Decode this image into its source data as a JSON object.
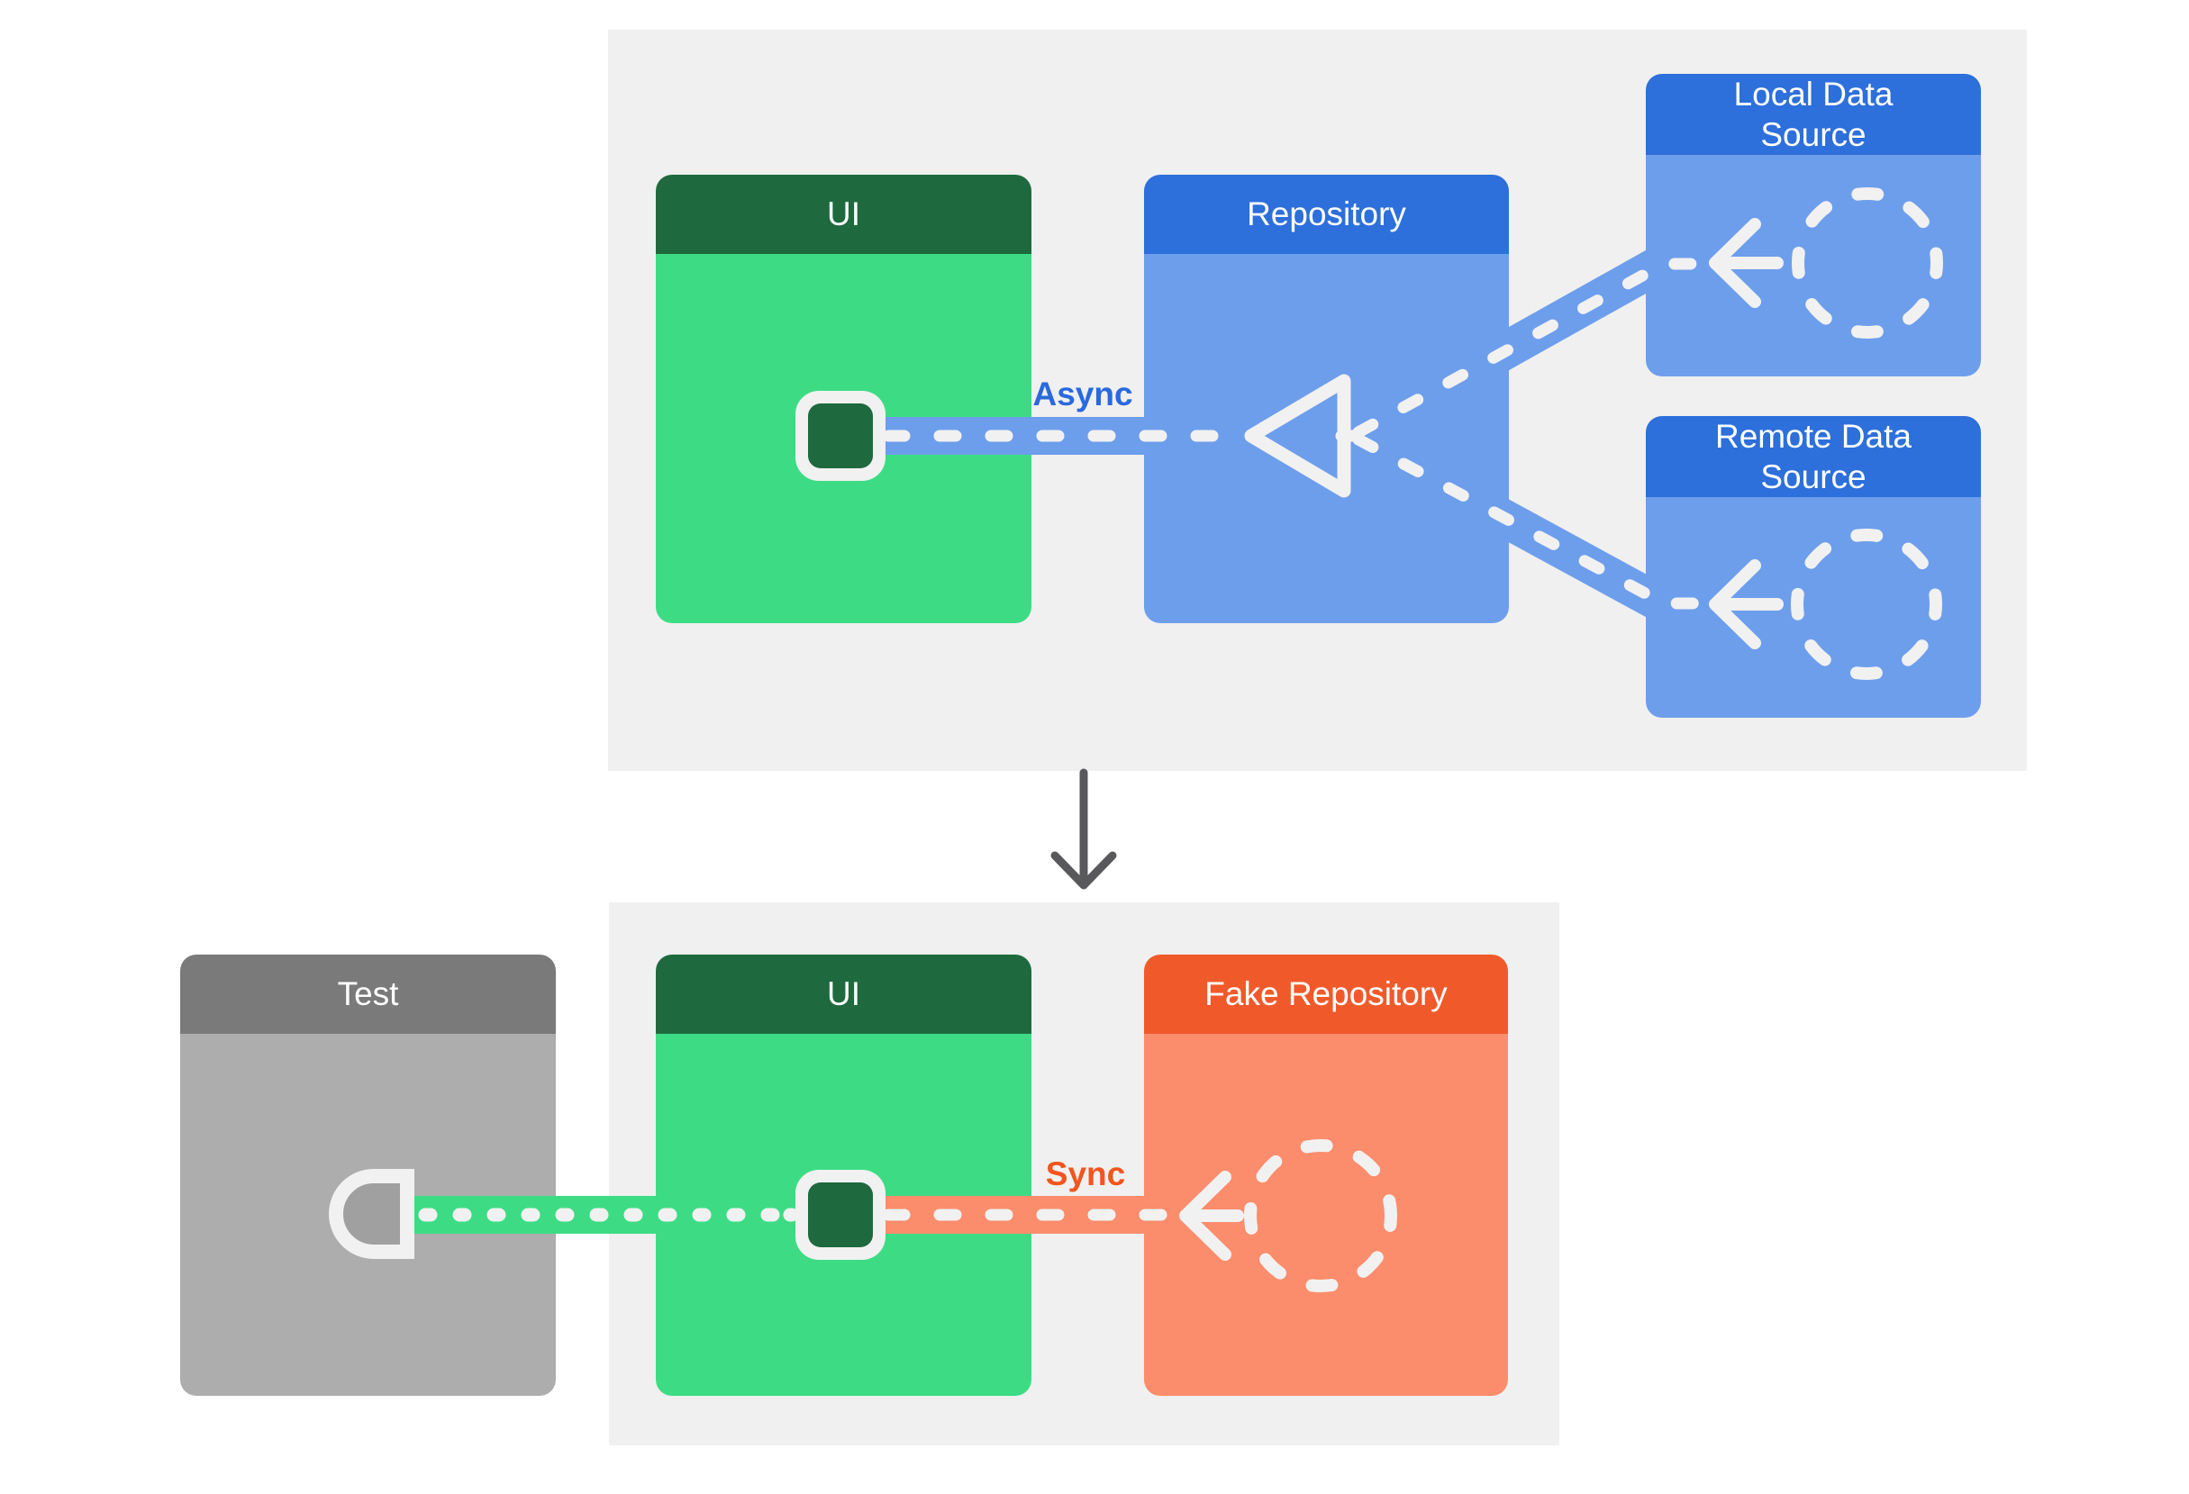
{
  "top_section": {
    "ui_box": {
      "title": "UI"
    },
    "repository_box": {
      "title": "Repository"
    },
    "local_data_source_box": {
      "title": "Local Data Source"
    },
    "remote_data_source_box": {
      "title": "Remote Data Source"
    },
    "connection_label": "Async"
  },
  "bottom_section": {
    "test_box": {
      "title": "Test"
    },
    "ui_box": {
      "title": "UI"
    },
    "fake_repository_box": {
      "title": "Fake Repository"
    },
    "connection_label": "Sync"
  },
  "icons": {
    "local_data_source": "dashed-circle-icon",
    "remote_data_source": "dashed-circle-icon",
    "fake_repository": "dashed-circle-icon",
    "data_flow_arrows": "left-arrow-icon",
    "repository_collector": "open-triangle-arrowhead-icon",
    "ui_module": "module-square-icon",
    "test_probe": "socket-icon",
    "section_transition": "down-arrow-icon"
  },
  "colors": {
    "page_bg": "#FFFFFF",
    "panel_bg": "#F0F0F0",
    "green_header": "#1E6A3E",
    "green_body": "#3DDC84",
    "blue_header": "#2D6FDB",
    "blue_body": "#6D9EEB",
    "orange_header": "#F05A2B",
    "orange_body": "#FB8D6C",
    "gray_header": "#7A7A7A",
    "gray_body": "#ADADAD",
    "white_stroke": "#F1F1F1",
    "socket_fill": "#A0A0A0",
    "async_text": "#2A69DE",
    "sync_text": "#F2551E",
    "arrow_gray": "#59595B"
  }
}
